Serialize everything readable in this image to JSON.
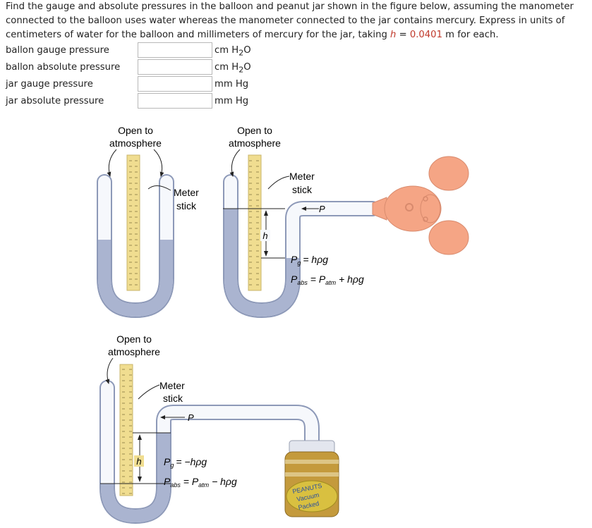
{
  "question": {
    "text_before": "Find the gauge and absolute pressures in the balloon and peanut jar shown in the figure below, assuming the manometer connected to the balloon uses water whereas the manometer connected to the jar contains mercury. Express in units of centimeters of water for the balloon and millimeters of mercury for the jar, taking ",
    "var_h": "h",
    "eq": " = ",
    "h_value": "0.0401",
    "text_after": " m  for each."
  },
  "answers": [
    {
      "label": "ballon gauge pressure",
      "unit": "cm H",
      "unit_sub": "2",
      "unit_tail": "O",
      "value": ""
    },
    {
      "label": "ballon absolute pressure",
      "unit": "cm H",
      "unit_sub": "2",
      "unit_tail": "O",
      "value": ""
    },
    {
      "label": "jar gauge pressure",
      "unit": "mm Hg",
      "unit_sub": "",
      "unit_tail": "",
      "value": ""
    },
    {
      "label": "jar absolute pressure",
      "unit": "mm Hg",
      "unit_sub": "",
      "unit_tail": "",
      "value": ""
    }
  ],
  "figure": {
    "open_line1": "Open to",
    "open_line2": "atmosphere",
    "meter_line1": "Meter",
    "meter_line2": "stick",
    "h": "h",
    "P": "P",
    "pg_lhs": "P",
    "pg_sub": "g",
    "pg_rhs_pos": "= hρg",
    "pg_rhs_neg": "= −hρg",
    "pabs_lhs": "P",
    "pabs_sub": "abs",
    "pabs_eq": " = ",
    "patm_lhs": "P",
    "patm_sub": "atm",
    "plus_term": " + hρg",
    "minus_term": " − hρg",
    "jar_label_1": "PEANUTS",
    "jar_label_2": "Vacuum",
    "jar_label_3": "Packed"
  },
  "colors": {
    "fluid": "#aab4d0",
    "tube_outline": "#8d99b8",
    "tube_glass": "#f6f8fc",
    "meter_stick": "#f0dd90",
    "balloon": "#f5a585",
    "jar_lid": "#e3e6ee",
    "peanuts": "#c49a3c",
    "h_value": "#c0392b"
  }
}
